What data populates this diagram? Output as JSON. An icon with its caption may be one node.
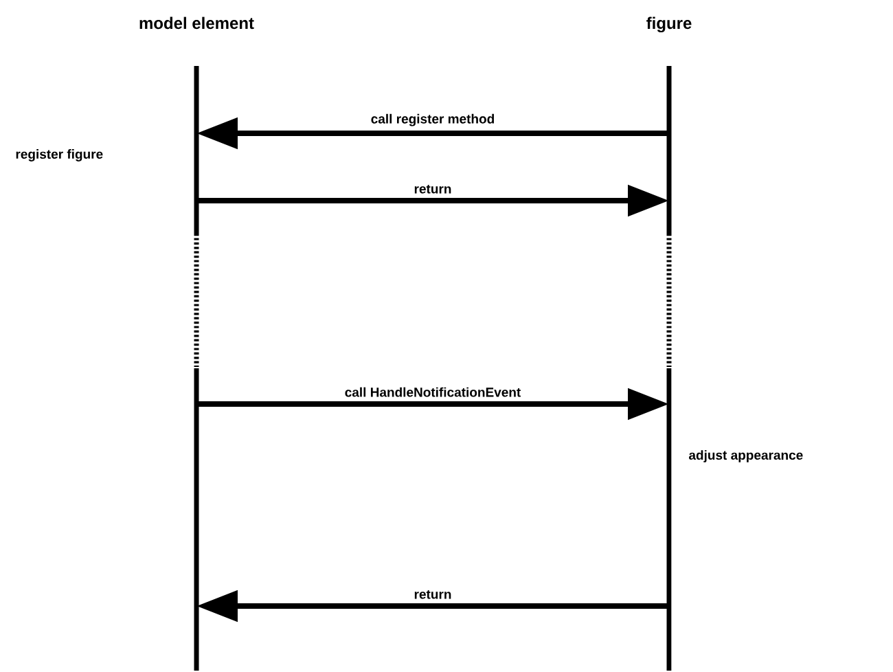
{
  "diagram": {
    "nodes": [
      {
        "text": [
          "model element"
        ]
      },
      {
        "text": [
          "figure"
        ]
      }
    ],
    "edges": [
      {
        "from": 1,
        "to": 0,
        "arrow": "to",
        "label": "call register method"
      },
      {
        "from": 0,
        "to": 1,
        "arrow": "to",
        "label": "return"
      },
      {
        "from": 0,
        "to": 1,
        "arrow": "to",
        "label": "call HandleNotificationEvent"
      },
      {
        "from": 1,
        "to": 0,
        "arrow": "to",
        "label": "return"
      }
    ],
    "labels": [
      "register figure",
      "adjust appearance"
    ]
  }
}
